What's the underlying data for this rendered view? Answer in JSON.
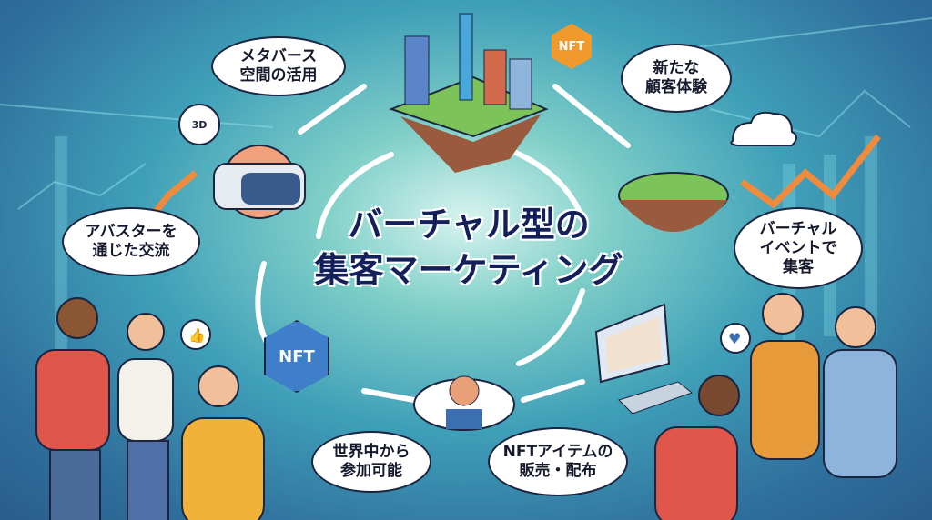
{
  "title": {
    "line1": "バーチャル型の",
    "line2": "集客マーケティング"
  },
  "bubbles": {
    "metaverse": "メタバース\n空間の活用",
    "new_experience": "新たな\n顧客体験",
    "avatar": "アバスターを\n通じた交流",
    "virtual_event": "バーチャル\nイベントで\n集客",
    "worldwide": "世界中から\n参加可能",
    "nft_items": "NFTアイテムの\n販売・配布"
  },
  "badges": {
    "nft_top": "NFT",
    "nft_left": "NFT",
    "cube": "3D"
  },
  "colors": {
    "navy": "#14205a",
    "orange": "#f08a3c",
    "teal": "#3f9fb8"
  }
}
